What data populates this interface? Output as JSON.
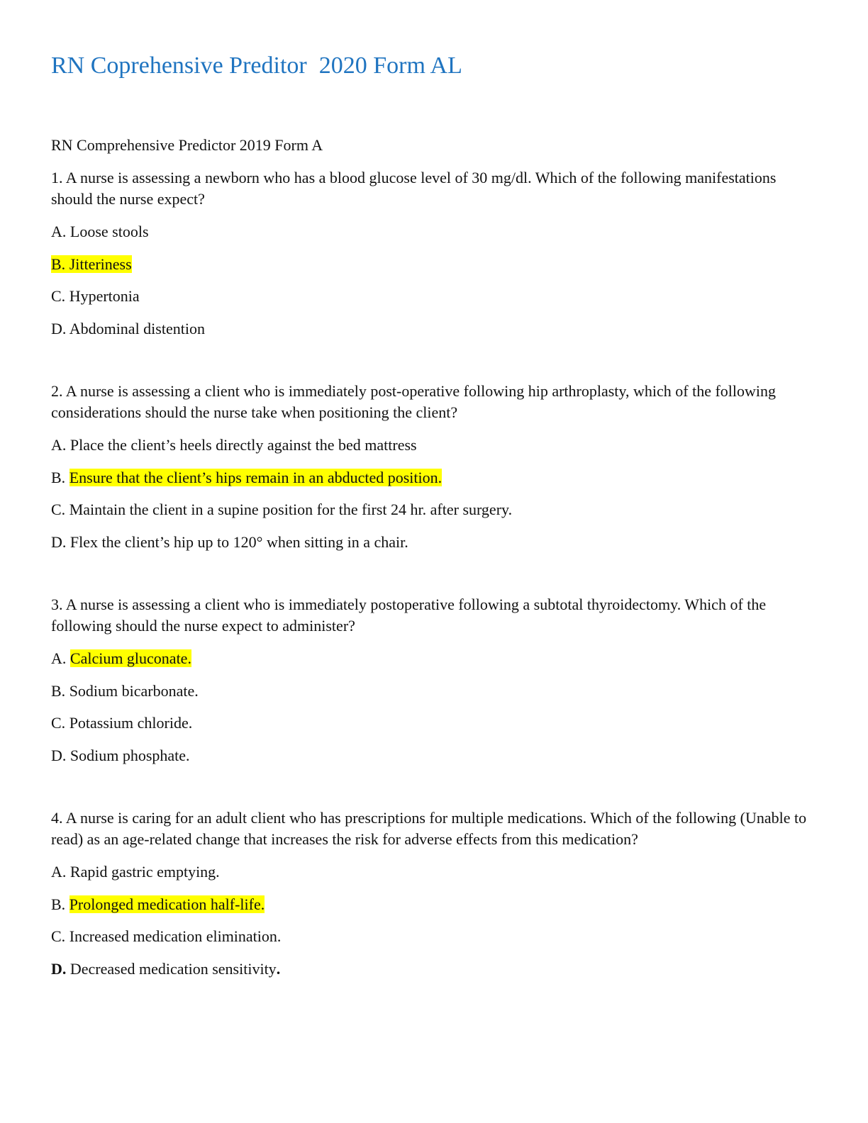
{
  "document": {
    "title": "RN Coprehensive Preditor  2020 Form AL",
    "subtitle": "RN Comprehensive Predictor 2019 Form A"
  },
  "questions": [
    {
      "stem": "1. A nurse is assessing a newborn who has a blood glucose level of 30 mg/dl. Which of the following manifestations should the nurse expect?",
      "options": [
        {
          "letter": "A.",
          "text": "Loose stools"
        },
        {
          "letter": "B.",
          "text": "Jitteriness",
          "highlighted": true
        },
        {
          "letter": "C.",
          "text": "Hypertonia"
        },
        {
          "letter": "D.",
          "text": "Abdominal distention"
        }
      ]
    },
    {
      "stem": "2. A nurse is assessing a client who is immediately post-operative following hip arthroplasty, which of the following considerations should the nurse take when positioning the client?",
      "options": [
        {
          "letter": "A.",
          "text": "Place the client’s heels directly against the bed mattress"
        },
        {
          "letter": "B.",
          "text": "Ensure that the client’s hips remain in an abducted position.",
          "highlighted": true
        },
        {
          "letter": "C.",
          "text": "Maintain the client in a supine position for the first 24 hr. after surgery."
        },
        {
          "letter": "D.",
          "text": "Flex the client’s hip up to 120° when sitting in a chair."
        }
      ]
    },
    {
      "stem": "3. A nurse is assessing a client who is immediately postoperative following a subtotal thyroidectomy. Which of the following should the nurse expect to administer?",
      "options": [
        {
          "letter": "A.",
          "text": "Calcium gluconate.",
          "highlighted": true
        },
        {
          "letter": "B.",
          "text": "Sodium bicarbonate."
        },
        {
          "letter": "C.",
          "text": "Potassium chloride."
        },
        {
          "letter": "D.",
          "text": "Sodium phosphate."
        }
      ]
    },
    {
      "stem": "4. A nurse is caring for an adult client who has prescriptions for multiple medications. Which of the following (Unable to read) as an age-related change that increases the risk for adverse effects from this medication?",
      "options": [
        {
          "letter": "A.",
          "text": "Rapid gastric emptying."
        },
        {
          "letter": "B.",
          "text": "Prolonged medication half-life.",
          "highlighted": true
        },
        {
          "letter": "C.",
          "text": "Increased medication elimination."
        },
        {
          "letter": "D.",
          "text": "Decreased medication sensitivity",
          "trailing": "."
        }
      ]
    }
  ],
  "colors": {
    "title": "#1f74c0",
    "highlight": "#ffff00",
    "text": "#111111"
  }
}
